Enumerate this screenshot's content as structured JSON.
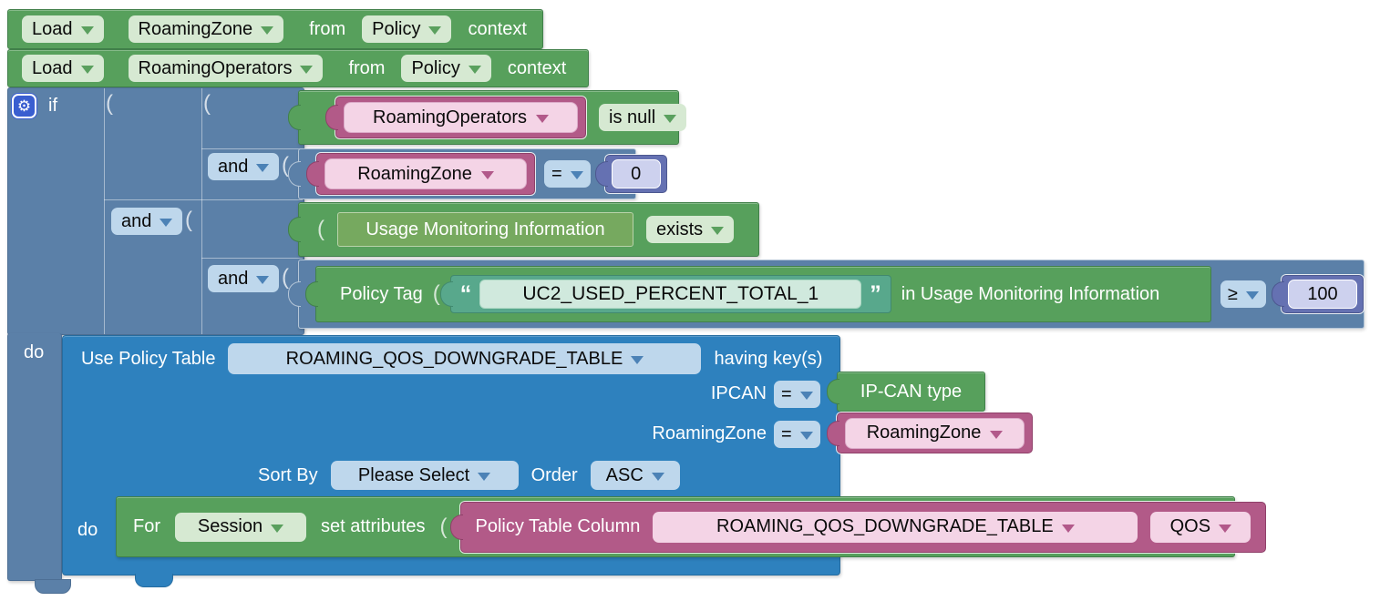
{
  "load1": {
    "keyword": "Load",
    "variable": "RoamingZone",
    "from_label": "from",
    "source": "Policy",
    "context_label": "context"
  },
  "load2": {
    "keyword": "Load",
    "variable": "RoamingOperators",
    "from_label": "from",
    "source": "Policy",
    "context_label": "context"
  },
  "if_block": {
    "label": "if",
    "gear_icon": "⚙"
  },
  "and_label": "and",
  "cond1": {
    "variable": "RoamingOperators",
    "operator": "is null"
  },
  "cond2": {
    "variable": "RoamingZone",
    "operator": "=",
    "value": "0"
  },
  "cond3": {
    "field": "Usage Monitoring Information",
    "operator": "exists"
  },
  "cond4": {
    "label": "Policy Tag",
    "open_quote": "“",
    "string_value": "UC2_USED_PERCENT_TOTAL_1",
    "close_quote": "”",
    "membership": "in Usage Monitoring Information",
    "operator": "≥",
    "value": "100"
  },
  "do_label": "do",
  "policy_table": {
    "label": "Use Policy Table",
    "table": "ROAMING_QOS_DOWNGRADE_TABLE",
    "having_label": "having key(s)",
    "key1": {
      "name": "IPCAN",
      "operator": "=",
      "value": "IP-CAN type"
    },
    "key2": {
      "name": "RoamingZone",
      "operator": "=",
      "value": "RoamingZone"
    },
    "sort": {
      "label": "Sort By",
      "selected": "Please Select",
      "order_label": "Order",
      "order": "ASC"
    },
    "do_label": "do"
  },
  "for_block": {
    "label": "For",
    "target": "Session",
    "suffix": "set attributes"
  },
  "column_block": {
    "label": "Policy Table Column",
    "table": "ROAMING_QOS_DOWNGRADE_TABLE",
    "column": "QOS"
  },
  "colors": {
    "green": "#57a05c",
    "steel_blue": "#5b80a8",
    "bright_blue": "#2e81be",
    "magenta": "#b25a88",
    "teal": "#58a88c",
    "slate": "#6571b2",
    "gear_blue": "#3a5ed0"
  }
}
